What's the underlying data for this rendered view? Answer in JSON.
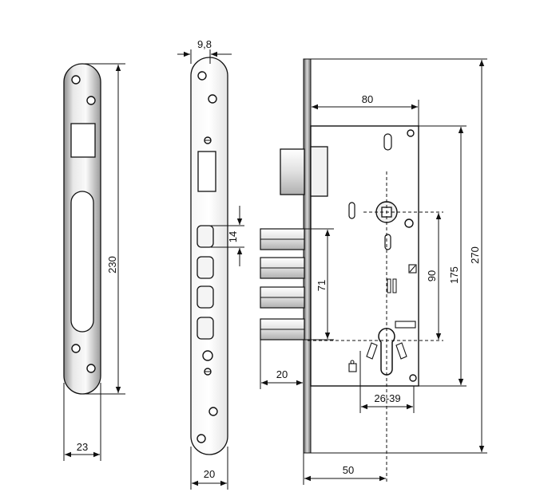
{
  "dimensions": {
    "strike_plate_length": "230",
    "strike_plate_width": "23",
    "faceplate_thickness": "9,8",
    "faceplate_width": "20",
    "latch_height": "14",
    "bolt_spacing": "71",
    "bolt_projection": "20",
    "case_width": "80",
    "handle_to_cylinder": "90",
    "case_height": "175",
    "faceplate_length": "270",
    "backset": "50",
    "cylinder_range": "26-39"
  },
  "colors": {
    "background": "#ffffff",
    "steel_light": "#f2f2f2",
    "steel_mid": "#c9c9c9",
    "steel_dark": "#8a8a8a",
    "line": "#111111"
  },
  "icons": [
    "arrow-icon",
    "screw-hole-icon",
    "spindle-square-icon",
    "euro-cylinder-keyhole-icon"
  ]
}
